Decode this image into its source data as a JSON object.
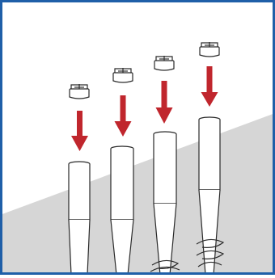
{
  "figure": {
    "description_visible_text": "",
    "colors": {
      "frame": "#1f5fa8",
      "ground": "#d6d6d6",
      "arrow": "#c0262d",
      "outline": "#2a2a2a",
      "background": "#ffffff"
    },
    "items": [
      {
        "id": "pile-1",
        "icons": [
          "cap-icon",
          "down-arrow-icon"
        ]
      },
      {
        "id": "pile-2",
        "icons": [
          "cap-icon",
          "down-arrow-icon"
        ]
      },
      {
        "id": "pile-3",
        "icons": [
          "cap-icon",
          "down-arrow-icon",
          "helix-icon"
        ]
      },
      {
        "id": "pile-4",
        "icons": [
          "cap-icon",
          "down-arrow-icon",
          "helix-icon"
        ]
      }
    ]
  }
}
